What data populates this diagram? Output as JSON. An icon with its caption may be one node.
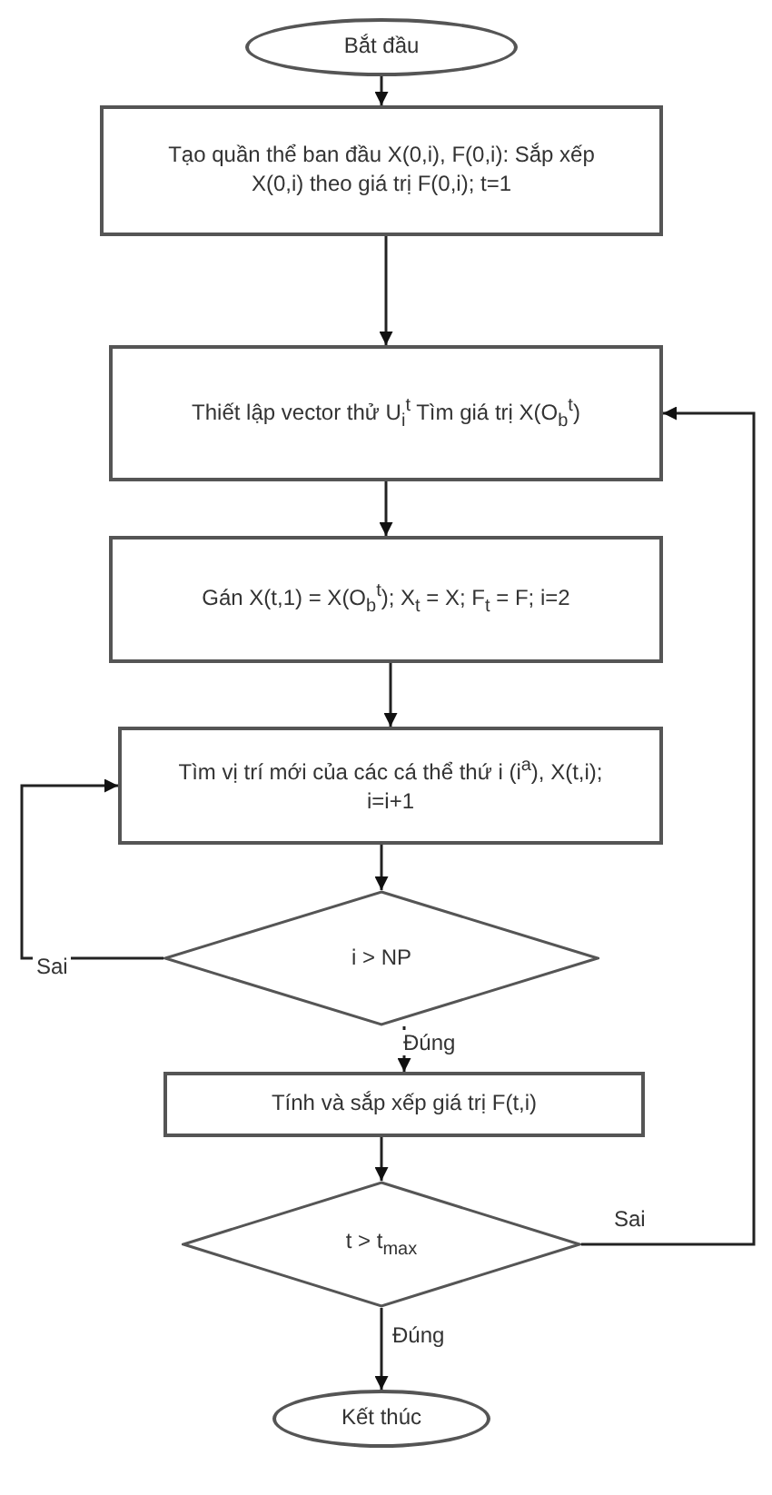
{
  "diagram": {
    "nodes": [
      {
        "text": [
          "Bắt đầu"
        ]
      },
      {
        "text": [
          "Tạo quần thể ban đầu X(0,i), F(0,i): Sắp xếp X(0,i) theo giá trị F(0,i); t=1"
        ]
      },
      {
        "text": [
          "Thiết lập vector thử U$_{i}$$^{t}$ Tìm giá trị X(O$_{b}$$^{t}$)"
        ]
      },
      {
        "text": [
          "Gán X(t,1) = X(O$_{b}$$^{t}$); X$_{t}$ = X; F$_{t}$ = F; i=2"
        ]
      },
      {
        "text": [
          "Tìm vị trí mới của các cá thể thứ i (i$^{a}$), X(t,i); i=i+1"
        ]
      },
      {
        "text": [
          "i > NP"
        ]
      },
      {
        "text": [
          "Tính và sắp xếp giá trị F(t,i)"
        ]
      },
      {
        "text": [
          "t > t$_{max}$"
        ]
      },
      {
        "text": [
          "Kết thúc"
        ]
      }
    ],
    "edges": [
      {
        "from": 0,
        "to": 1,
        "arrow": "to"
      },
      {
        "from": 1,
        "to": 2,
        "arrow": "to"
      },
      {
        "from": 2,
        "to": 3,
        "arrow": "to"
      },
      {
        "from": 3,
        "to": 4,
        "arrow": "to"
      },
      {
        "from": 4,
        "to": 5,
        "arrow": "to"
      },
      {
        "from": 5,
        "to": 4,
        "arrow": "to",
        "label": "Sai"
      },
      {
        "from": 5,
        "to": 6,
        "arrow": "to",
        "label": "Đúng"
      },
      {
        "from": 6,
        "to": 7,
        "arrow": "to"
      },
      {
        "from": 7,
        "to": 8,
        "arrow": "to",
        "label": "Đúng"
      },
      {
        "from": 7,
        "to": 2,
        "arrow": "to",
        "label": "Sai"
      }
    ]
  }
}
